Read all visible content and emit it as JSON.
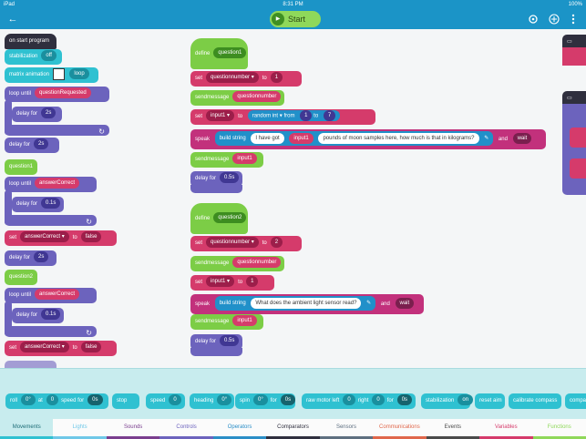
{
  "status": {
    "left": "iPad",
    "time": "8:31 PM",
    "battery": "100%"
  },
  "topbar": {
    "back_icon": "←",
    "start_label": "Start",
    "play_icon": "▶"
  },
  "canvas": {
    "col1": {
      "on_start": "on start program",
      "stabilization": "stabilization",
      "stab_val": "off",
      "matrix": "matrix animation",
      "matrix_mode": "loop",
      "loop_until": "loop until",
      "qreq": "questionRequested",
      "delay_for": "delay for",
      "v2s": "2s",
      "question1": "question1",
      "answer_correct": "answerCorrect",
      "v01s": "0.1s",
      "set": "set",
      "to": "to",
      "false": "false",
      "question2": "question2"
    },
    "col2": {
      "define": "define",
      "question1": "question1",
      "question2": "question2",
      "set": "set",
      "qnum": "questionnumber",
      "to": "to",
      "one": "1",
      "two": "2",
      "sendmessage": "sendmessage",
      "input1": "input1",
      "random": "random",
      "int": "int",
      "from": "from",
      "seven": "7",
      "speak": "speak",
      "build_string": "build string",
      "i_have_got": "I have got",
      "moon_text": "pounds of moon samples here, how much is that in kilograms?",
      "and": "and",
      "wait": "wait",
      "delay_for": "delay for",
      "v05s": "0.5s",
      "light_text": "What does the ambient light sensor read?"
    }
  },
  "palette": {
    "roll": "roll",
    "deg0": "0°",
    "at": "at",
    "zero": "0",
    "speed_for": "speed for",
    "sec0": "0s",
    "stop": "stop",
    "speed": "speed",
    "heading": "heading",
    "spin": "spin",
    "for": "for",
    "raw_motor_left": "raw motor left",
    "right": "right",
    "stabilization": "stabilization",
    "on": "on",
    "reset_aim": "reset aim",
    "calibrate_compass": "calibrate compass",
    "compass": "compass"
  },
  "tabs": [
    {
      "label": "Movements",
      "color": "#2fc1d1",
      "active": true
    },
    {
      "label": "Lights",
      "color": "#6fc8e8"
    },
    {
      "label": "Sounds",
      "color": "#7a3e8e"
    },
    {
      "label": "Controls",
      "color": "#6c63bd"
    },
    {
      "label": "Operators",
      "color": "#2b8ec7"
    },
    {
      "label": "Comparators",
      "color": "#2f2f3e"
    },
    {
      "label": "Sensors",
      "color": "#5e6f80"
    },
    {
      "label": "Communications",
      "color": "#e0674b"
    },
    {
      "label": "Events",
      "color": "#4a4a4a"
    },
    {
      "label": "Variables",
      "color": "#d53b6b"
    },
    {
      "label": "Functions",
      "color": "#8fd85a"
    }
  ]
}
